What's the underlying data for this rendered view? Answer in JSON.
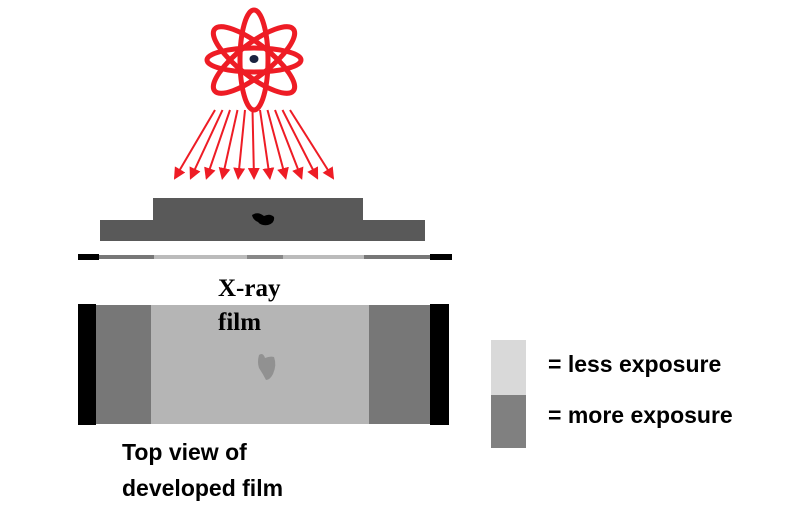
{
  "film_label": {
    "line1": "X-ray",
    "line2": "film"
  },
  "top_view_label": {
    "line1": "Top view of",
    "line2": "developed film"
  },
  "legend": [
    {
      "label": "= less exposure",
      "color": "#d9d9d9"
    },
    {
      "label": "= more exposure",
      "color": "#808080"
    }
  ],
  "colors": {
    "radiation": "#ee1c25",
    "object": "#595959",
    "film_light": "#b8b8b8",
    "film_dark": "#777777"
  },
  "arrow_count": 11
}
